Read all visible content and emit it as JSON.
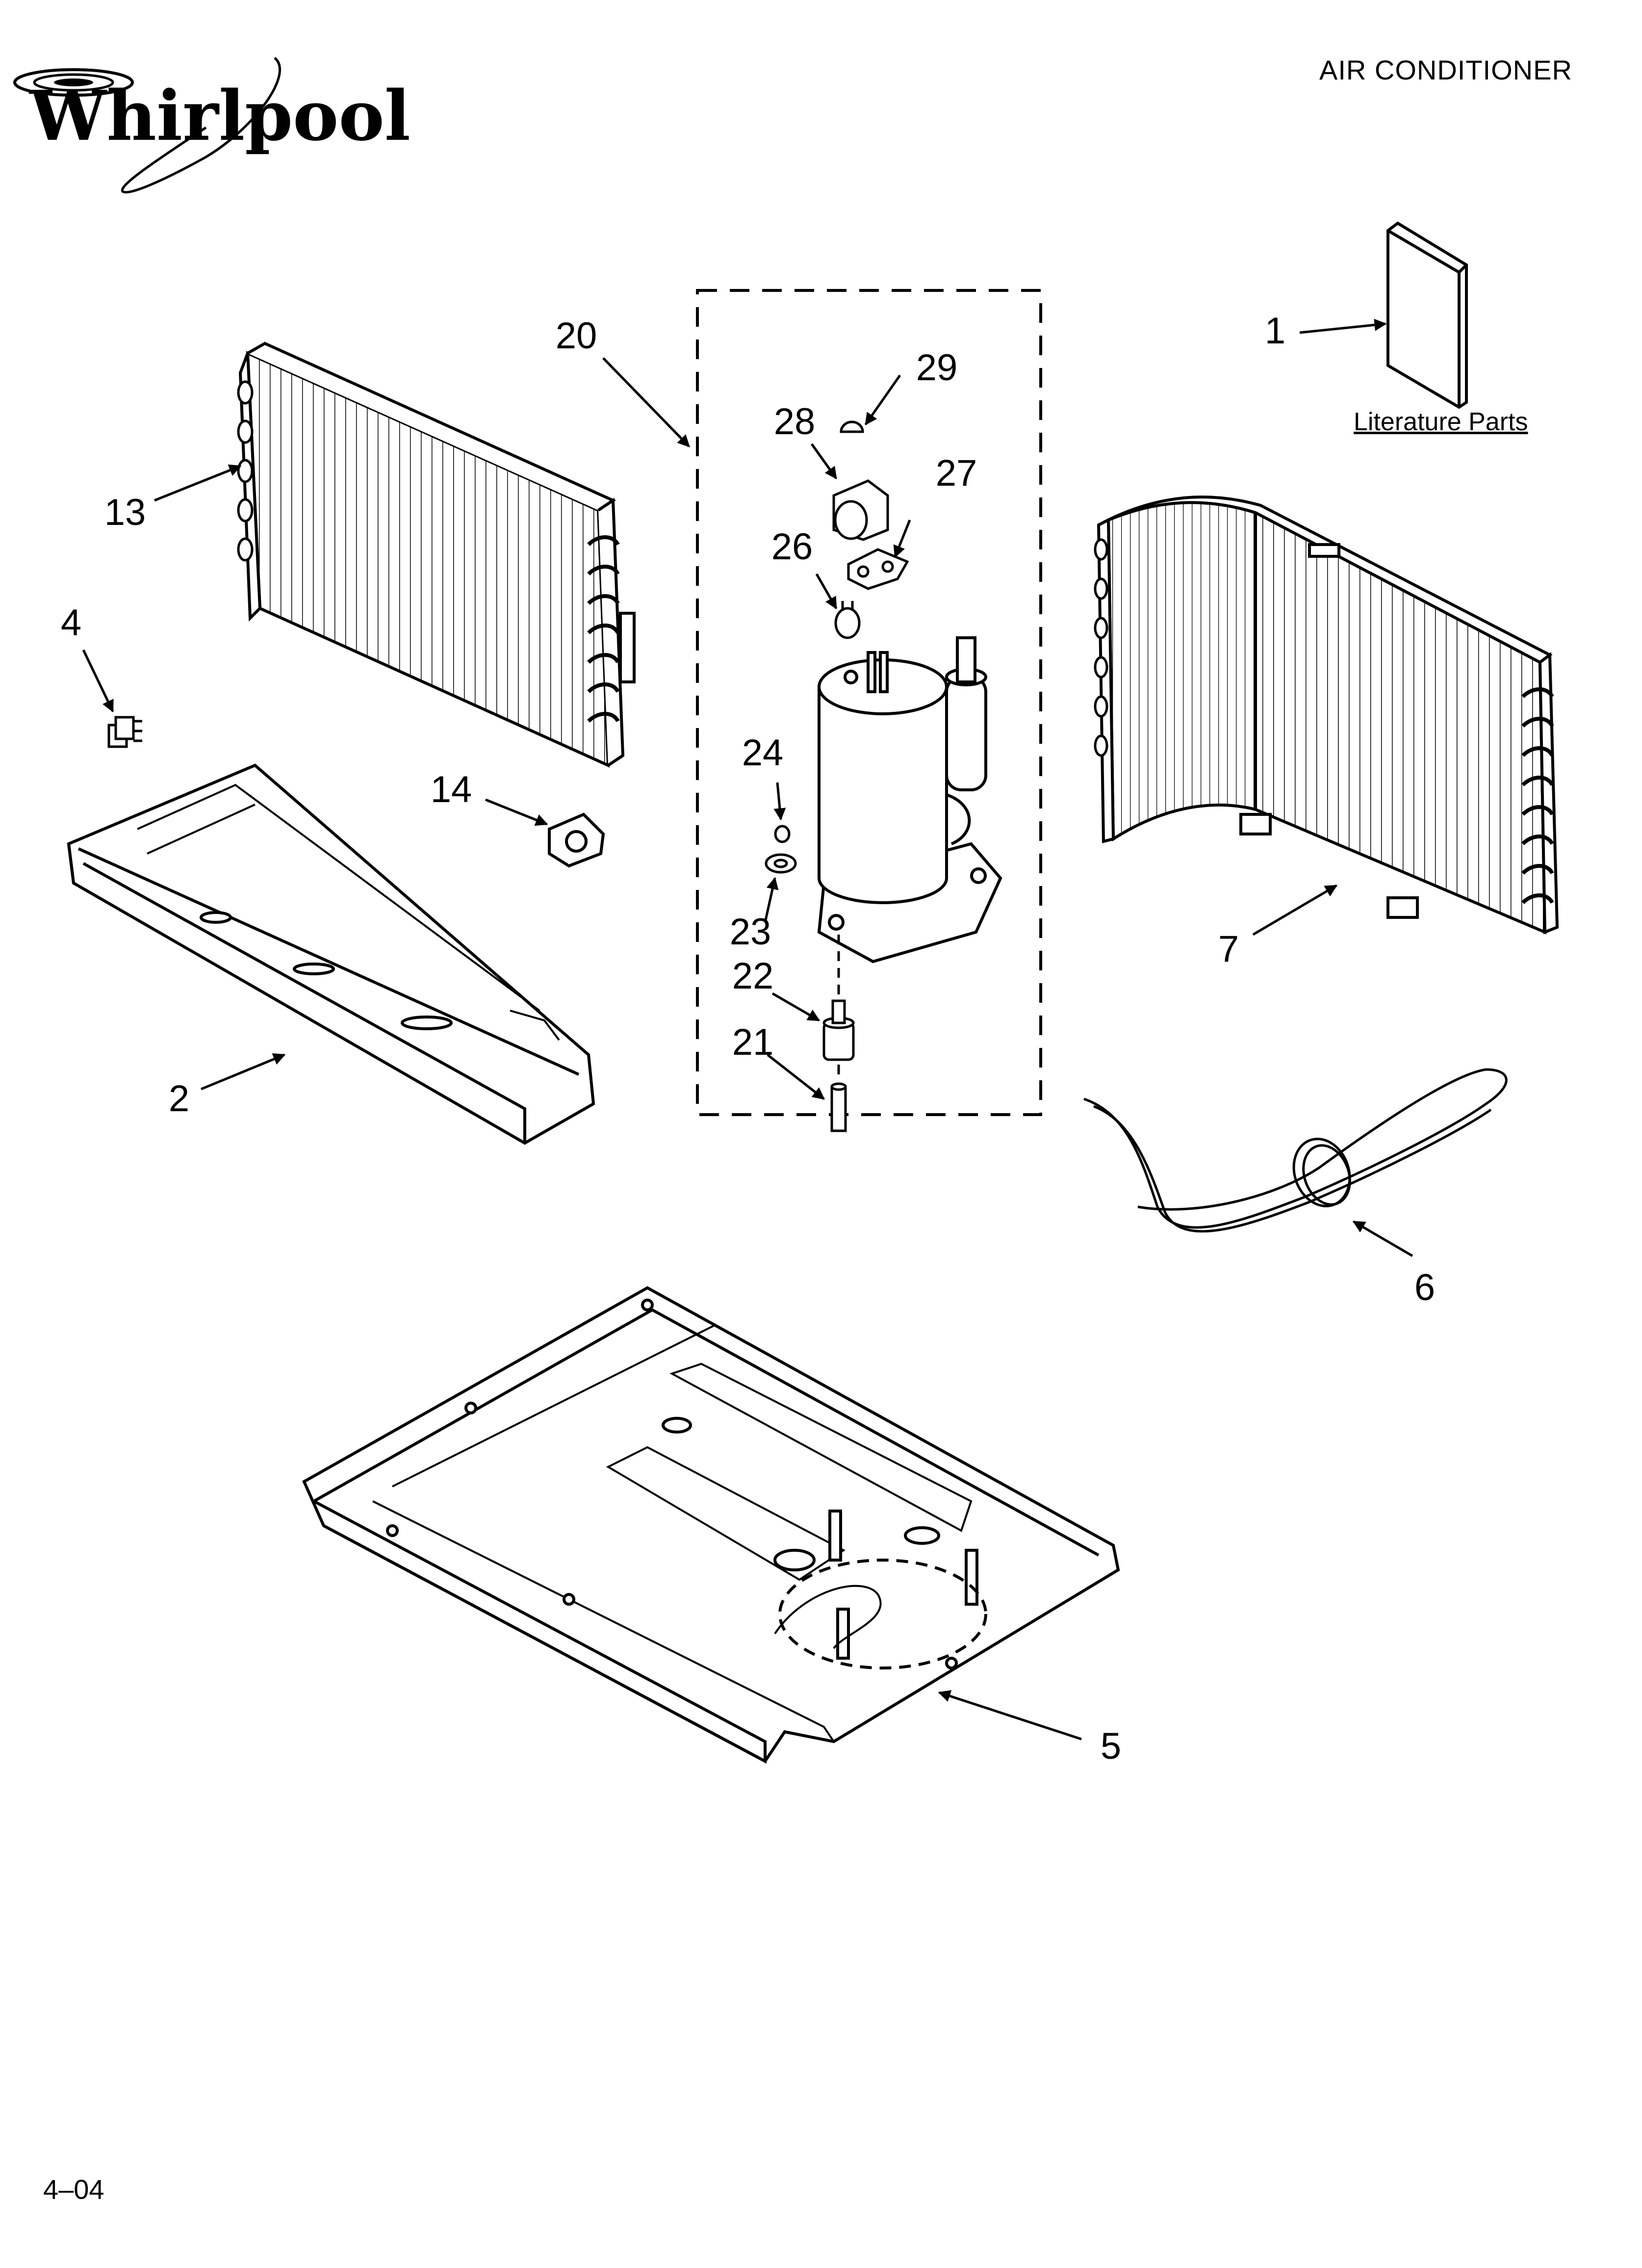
{
  "header": {
    "title": "AIR CONDITIONER"
  },
  "brand": {
    "logo_text": "Whirlpool"
  },
  "footer": {
    "code": "4–04"
  },
  "literature": {
    "label": "Literature Parts"
  },
  "callouts": [
    {
      "id": "1",
      "label": "1"
    },
    {
      "id": "2",
      "label": "2"
    },
    {
      "id": "4",
      "label": "4"
    },
    {
      "id": "5",
      "label": "5"
    },
    {
      "id": "6",
      "label": "6"
    },
    {
      "id": "7",
      "label": "7"
    },
    {
      "id": "13",
      "label": "13"
    },
    {
      "id": "14",
      "label": "14"
    },
    {
      "id": "20",
      "label": "20"
    },
    {
      "id": "21",
      "label": "21"
    },
    {
      "id": "22",
      "label": "22"
    },
    {
      "id": "23",
      "label": "23"
    },
    {
      "id": "24",
      "label": "24"
    },
    {
      "id": "26",
      "label": "26"
    },
    {
      "id": "27",
      "label": "27"
    },
    {
      "id": "28",
      "label": "28"
    },
    {
      "id": "29",
      "label": "29"
    }
  ]
}
